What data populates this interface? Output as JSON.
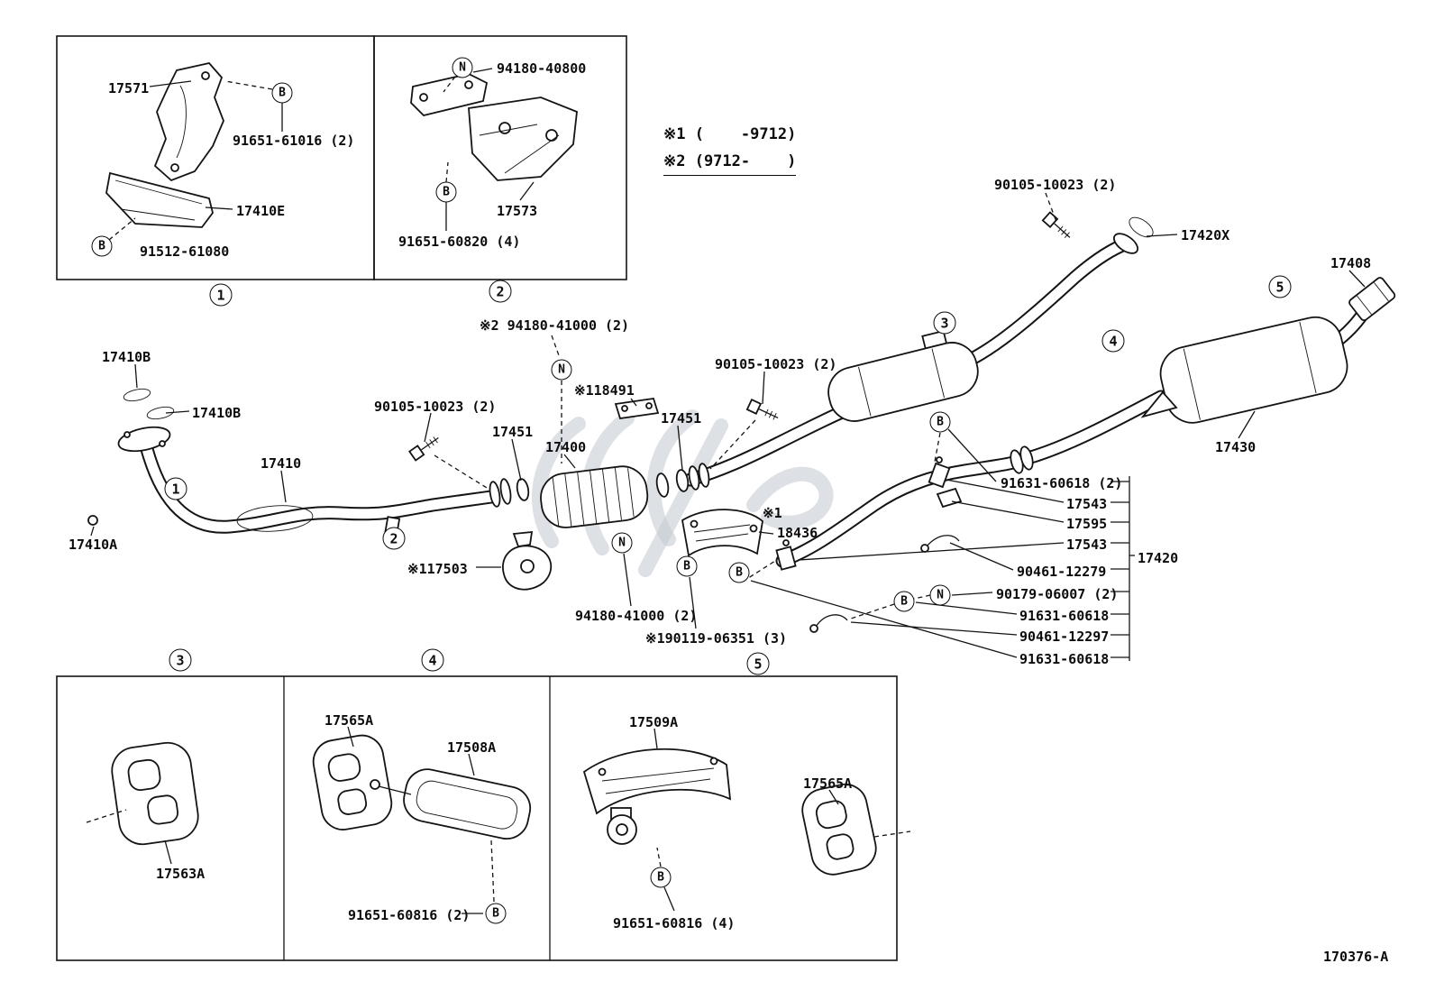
{
  "labels": {
    "p17571": "17571",
    "p91651_61016": "91651-61016 (2)",
    "p17410E": "17410E",
    "p91512_61080": "91512-61080",
    "p94180_40800": "94180-40800",
    "p17573": "17573",
    "p91651_60820": "91651-60820 (4)",
    "p90105a": "90105-10023 (2)",
    "p17420X": "17420X",
    "p17408": "17408",
    "p94180_41000a": "※2 94180-41000 (2)",
    "p118491": "※118491",
    "p90105b": "90105-10023 (2)",
    "p17451a": "17451",
    "p17400": "17400",
    "p90105c": "90105-10023 (2)",
    "p17451b": "17451",
    "p17410Ba": "17410B",
    "p17410Bb": "17410B",
    "p17410": "17410",
    "p17410A": "17410A",
    "p17503": "※117503",
    "psun1": "※1",
    "p18436": "18436",
    "p94180_41000b": "94180-41000 (2)",
    "p90119": "※190119-06351 (3)",
    "p91631a": "91631-60618 (2)",
    "p17543a": "17543",
    "p17595": "17595",
    "p17543b": "17543",
    "p90461a": "90461-12279",
    "p90179": "90179-06007 (2)",
    "p91631b": "91631-60618",
    "p90461b": "90461-12297",
    "p91631c": "91631-60618",
    "p17420": "17420",
    "p17430": "17430",
    "p17563A": "17563A",
    "p17565Aa": "17565A",
    "p17508A": "17508A",
    "p91651_60816a": "91651-60816 (2)",
    "p17509A": "17509A",
    "p17565Ab": "17565A",
    "p91651_60816b": "91651-60816 (4)"
  },
  "notes": {
    "n1": "※1 (    -9712)",
    "n2": "※2 (9712-    )"
  },
  "glyphs": {
    "B": "B",
    "N": "N",
    "n1": "1",
    "n2": "2",
    "n3": "3",
    "n4": "4",
    "n5": "5"
  },
  "footer": {
    "code": "170376-A"
  }
}
